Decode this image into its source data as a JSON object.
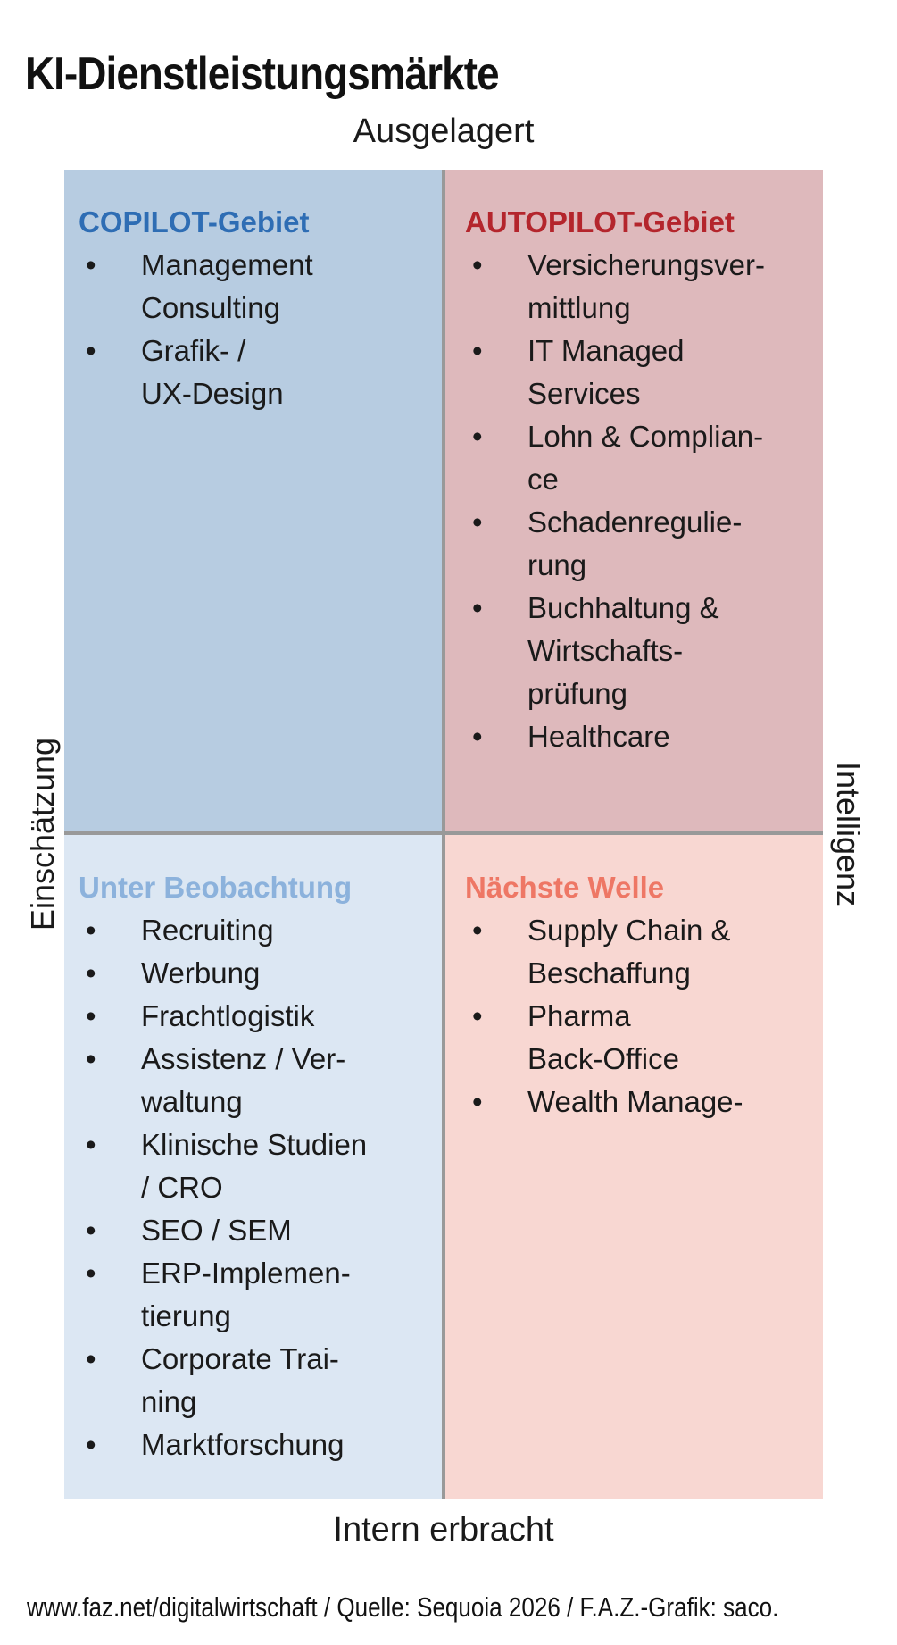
{
  "title": "KI-Dienstleistungsmärkte",
  "axis_labels": {
    "top": "Ausgelagert",
    "bottom": "Intern erbracht",
    "left": "Einschätzung",
    "right": "Intelligenz"
  },
  "quadrants": {
    "copilot": {
      "title": "COPILOT-Gebiet",
      "title_color": "#2e6db4",
      "bg_color": "#b7cce1",
      "items": [
        "Management\nConsulting",
        "Grafik- /\nUX-Design"
      ]
    },
    "autopilot": {
      "title": "AUTOPILOT-Gebiet",
      "title_color": "#b4252c",
      "bg_color": "#deb9bc",
      "items": [
        "Versicherungsver-\nmittlung",
        "IT Managed\nServices",
        "Lohn & Complian-\nce",
        "Schadenregulie-\nrung",
        "Buchhaltung &\nWirtschafts-\nprüfung",
        "Healthcare"
      ]
    },
    "beobachtung": {
      "title": "Unter Beobachtung",
      "title_color": "#8cb2dc",
      "bg_color": "#dce7f3",
      "items": [
        "Recruiting",
        "Werbung",
        "Frachtlogistik",
        "Assistenz / Ver-\nwaltung",
        "Klinische Studien\n/ CRO",
        "SEO / SEM",
        "ERP-Implemen-\ntierung",
        "Corporate Trai-\nning",
        "Marktforschung"
      ]
    },
    "welle": {
      "title": "Nächste Welle",
      "title_color": "#ee7765",
      "bg_color": "#f8d7d2",
      "items": [
        "Supply Chain &\nBeschaffung",
        "Pharma\nBack-Office",
        "Wealth Manage-"
      ]
    }
  },
  "divider_color": "#999999",
  "footer": "www.faz.net/digitalwirtschaft / Quelle: Sequoia 2026 / F.A.Z.-Grafik: saco."
}
